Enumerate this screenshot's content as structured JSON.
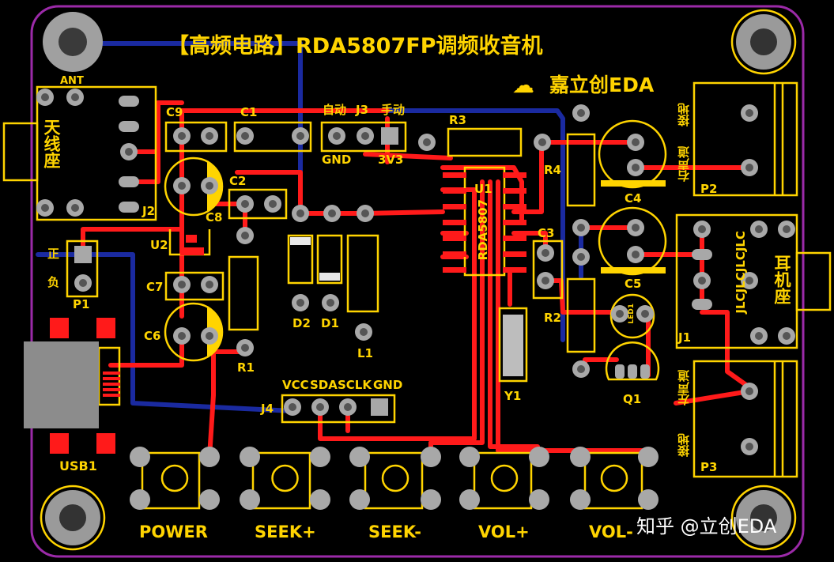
{
  "title": "【高频电路】RDA5807FP调频收音机",
  "brand": "嘉立创EDA",
  "watermark": "知乎 @立创EDA",
  "labels": {
    "ant": "ANT",
    "antenna_seat": "天线座",
    "j2": "J2",
    "c9": "C9",
    "c1": "C1",
    "auto": "自动",
    "j3": "J3",
    "manual": "手动",
    "gnd_j3": "GND",
    "v33": "3V3",
    "r3": "R3",
    "u1": "U1",
    "chip": "RDA5807",
    "r4": "R4",
    "c4": "C4",
    "ground_p2": "接地",
    "right_ch_p2": "右声道",
    "p2": "P2",
    "c2": "C2",
    "c8": "C8",
    "u2": "U2",
    "pos": "正",
    "neg": "负",
    "p1": "P1",
    "c7": "C7",
    "c6": "C6",
    "r1": "R1",
    "d2": "D2",
    "d1": "D1",
    "l1": "L1",
    "c3": "C3",
    "c5": "C5",
    "r2": "R2",
    "led1": "LED1",
    "y1": "Y1",
    "q1": "Q1",
    "jlc": "JLCJLCJLCJLC",
    "earphone_seat": "耳机座",
    "j1": "J1",
    "left_ch_p3": "左声道",
    "ground_p3": "接地",
    "p3": "P3",
    "vcc": "VCC",
    "sda": "SDA",
    "sclk": "SCLK",
    "gnd_j4": "GND",
    "j4": "J4",
    "usb1": "USB1"
  },
  "buttons": [
    "POWER",
    "SEEK+",
    "SEEK-",
    "VOL+",
    "VOL-"
  ],
  "colors": {
    "silk": "#ffd400",
    "copper_top": "#ff1a1a",
    "copper_bottom": "#1a2aa0",
    "outline": "#9b2aa8",
    "pad": "#a8a8a8"
  }
}
